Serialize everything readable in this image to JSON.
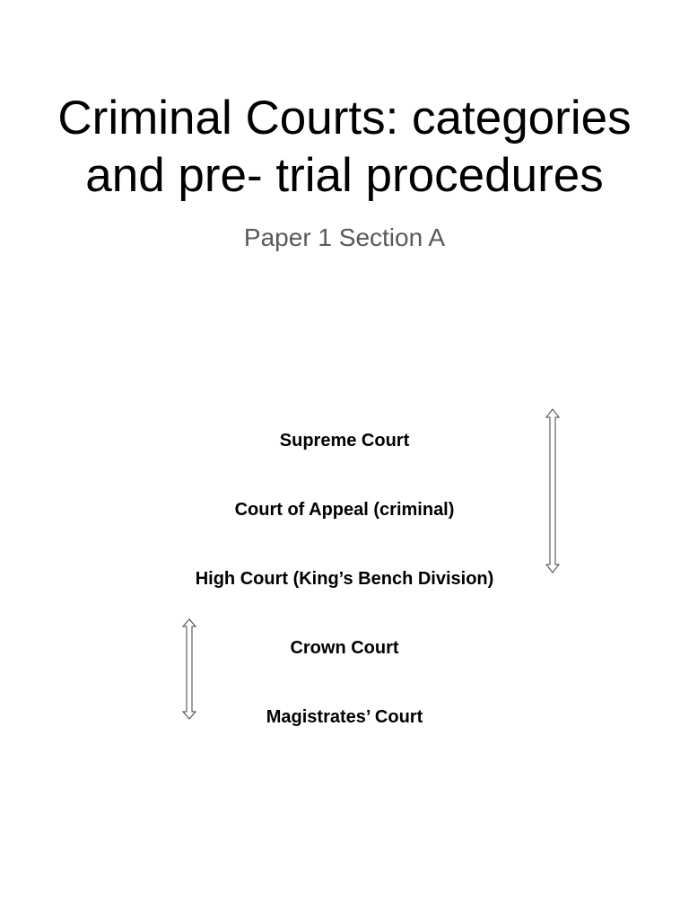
{
  "slide": {
    "title_line1": "Criminal Courts: categories",
    "title_line2": "and pre- trial procedures",
    "subtitle": "Paper 1 Section A"
  },
  "hierarchy": {
    "courts": [
      "Supreme Court",
      "Court of Appeal (criminal)",
      "High Court (King’s Bench Division)",
      "Crown Court",
      "Magistrates’ Court"
    ]
  },
  "icons": {
    "right_arrow": "double-headed-vertical-arrow-icon",
    "left_arrow": "double-headed-vertical-arrow-icon"
  },
  "colors": {
    "text": "#000000",
    "subtitle": "#595959",
    "arrow_outline": "#404040"
  }
}
